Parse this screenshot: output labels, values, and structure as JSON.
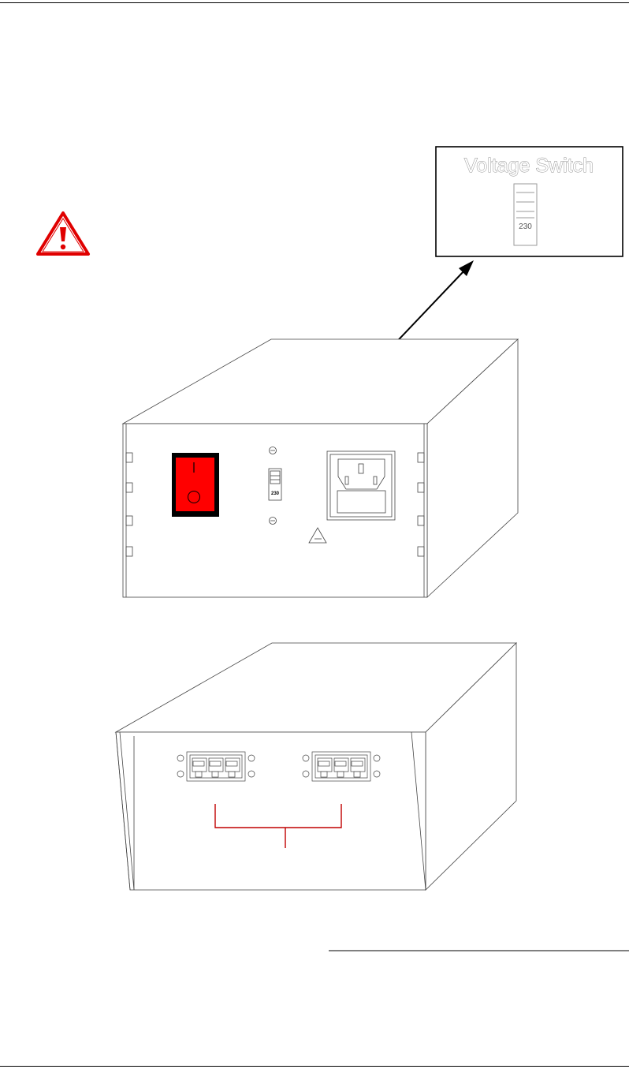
{
  "callout": {
    "title": "Voltage Switch",
    "switch_value": "230"
  },
  "front_panel": {
    "switch_value": "230"
  },
  "colors": {
    "power_switch": "#ff0000",
    "warning": "#e00000",
    "bracket": "#c00000",
    "line": "#000000",
    "callout_text_outline": "#8a8a8a"
  },
  "icons": [
    "warning-triangle-icon",
    "power-switch",
    "iec-inlet",
    "voltage-selector",
    "output-connector"
  ]
}
